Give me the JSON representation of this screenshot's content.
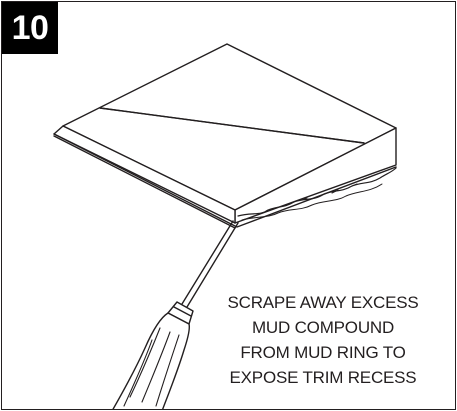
{
  "step": {
    "number": "10"
  },
  "caption": {
    "lines": [
      "SCRAPE AWAY EXCESS",
      "MUD COMPOUND",
      "FROM MUD RING TO",
      "EXPOSE TRIM RECESS"
    ]
  },
  "illustration": {
    "subjects": [
      "mud-ring-plate",
      "screwdriver"
    ],
    "line_color": "#231f20"
  }
}
